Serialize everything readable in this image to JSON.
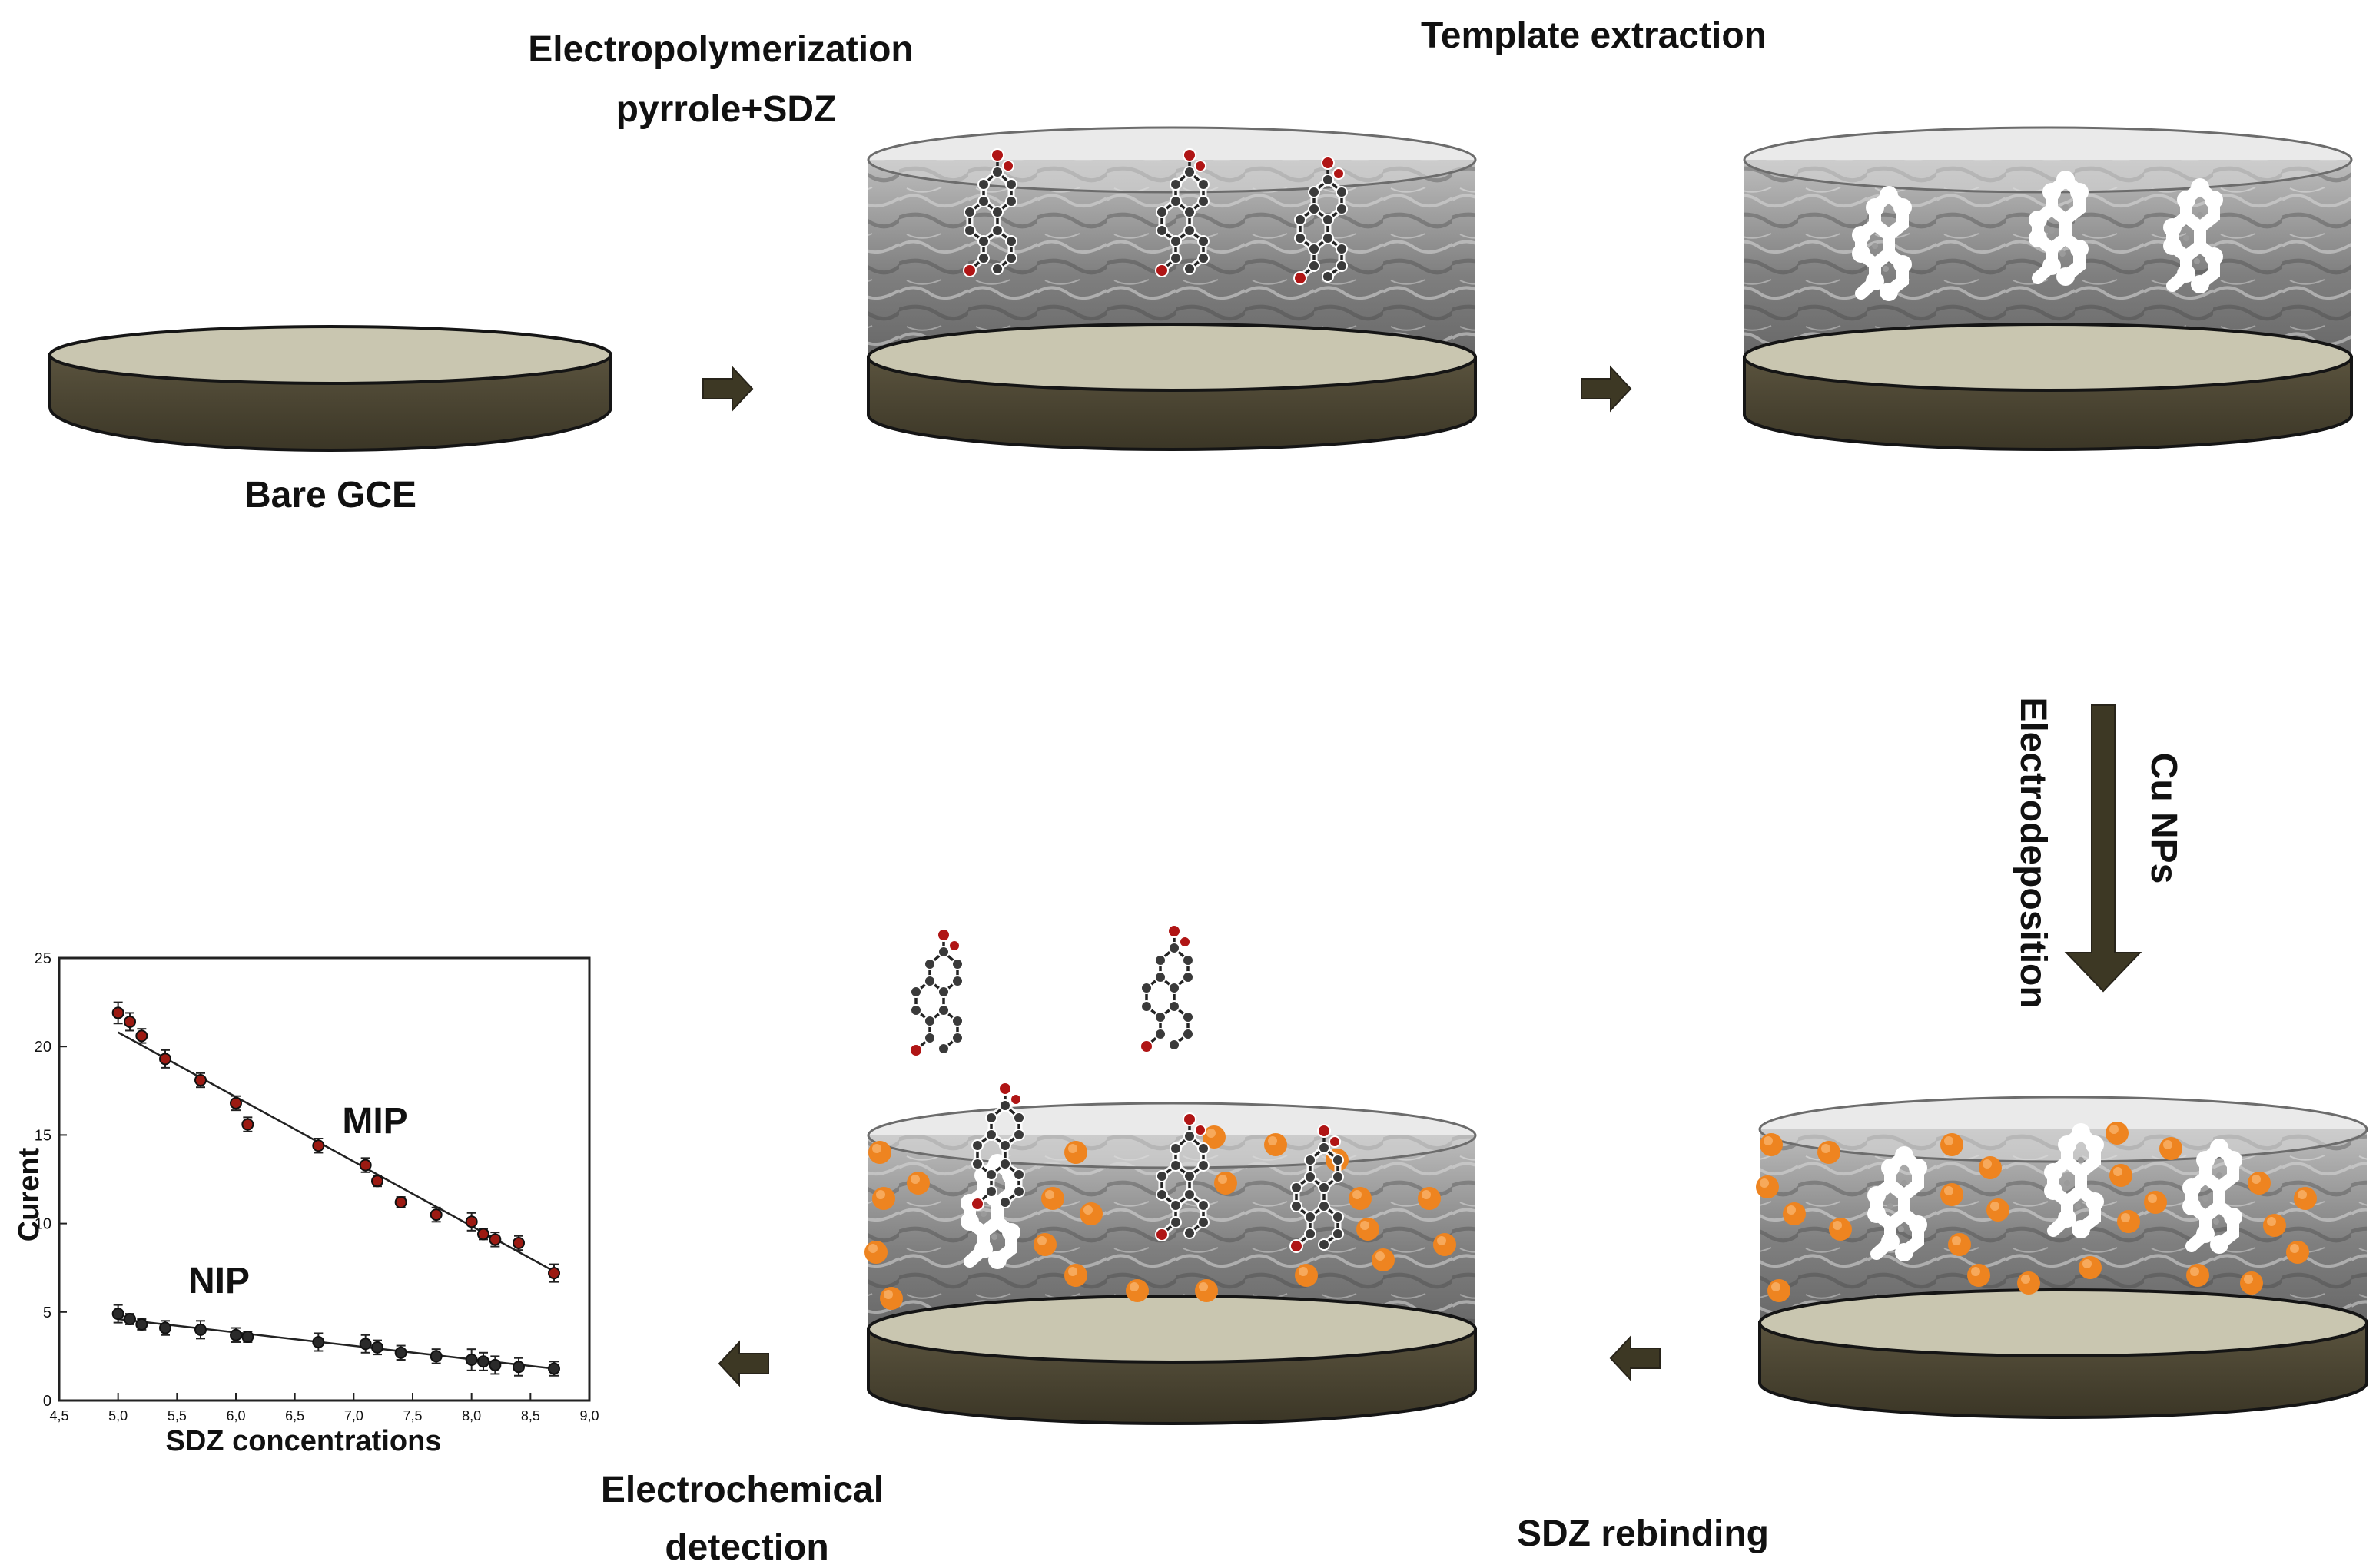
{
  "labels": {
    "electropolymerization": "Electropolymerization",
    "pyrrole_sdz": "pyrrole+SDZ",
    "template_extraction": "Template extraction",
    "bare_gce": "Bare GCE",
    "cu_nps": "Cu NPs",
    "electrodeposition": "Electrodeposition",
    "sdz_rebinding": "SDZ rebinding",
    "electrochemical": "Electrochemical",
    "detection": "detection"
  },
  "colors": {
    "electrode_body": "#4a4433",
    "electrode_top": "#c9c6b0",
    "arrow": "#3d3824",
    "polymer_gray": "#8a8a8a",
    "cu_particle": "#f08a22",
    "oxygen_red": "#b01515",
    "carbon_dark": "#333333",
    "mip_marker": "#9c1a12",
    "nip_marker": "#2a2a2a"
  },
  "icons": {
    "molecule": "sdz-molecule-icon",
    "imprint_cavity": "imprint-cavity-icon",
    "cu_nanoparticle": "cu-nanoparticle-icon",
    "arrow": "process-arrow-icon"
  },
  "chart_data": {
    "type": "scatter",
    "title": "",
    "xlabel": "SDZ concentrations",
    "ylabel": "Curent",
    "xlim": [
      4.5,
      9.0
    ],
    "ylim": [
      0,
      25
    ],
    "x_ticks": [
      "4,5",
      "5,0",
      "5,5",
      "6,0",
      "6,5",
      "7,0",
      "7,5",
      "8,0",
      "8,5",
      "9,0"
    ],
    "y_ticks": [
      "0",
      "5",
      "10",
      "15",
      "20",
      "25"
    ],
    "grid": false,
    "legend": "none",
    "series": [
      {
        "name": "MIP",
        "x": [
          5.0,
          5.1,
          5.2,
          5.4,
          5.7,
          6.0,
          6.1,
          6.7,
          7.1,
          7.2,
          7.4,
          7.7,
          8.0,
          8.1,
          8.2,
          8.4,
          8.7
        ],
        "y": [
          21.9,
          21.4,
          20.6,
          19.3,
          18.1,
          16.8,
          15.6,
          14.4,
          13.3,
          12.4,
          11.2,
          10.5,
          10.1,
          9.4,
          9.1,
          8.9,
          7.2
        ],
        "err": [
          0.6,
          0.5,
          0.4,
          0.5,
          0.4,
          0.4,
          0.4,
          0.4,
          0.4,
          0.3,
          0.3,
          0.4,
          0.5,
          0.3,
          0.4,
          0.4,
          0.5
        ],
        "fit": [
          [
            5.0,
            20.8
          ],
          [
            8.7,
            7.3
          ]
        ]
      },
      {
        "name": "NIP",
        "x": [
          5.0,
          5.1,
          5.2,
          5.4,
          5.7,
          6.0,
          6.1,
          6.7,
          7.1,
          7.2,
          7.4,
          7.7,
          8.0,
          8.1,
          8.2,
          8.4,
          8.7
        ],
        "y": [
          4.9,
          4.6,
          4.3,
          4.1,
          4.0,
          3.7,
          3.6,
          3.3,
          3.2,
          3.0,
          2.7,
          2.5,
          2.3,
          2.2,
          2.0,
          1.9,
          1.8
        ],
        "err": [
          0.5,
          0.3,
          0.3,
          0.4,
          0.5,
          0.4,
          0.3,
          0.5,
          0.5,
          0.4,
          0.4,
          0.4,
          0.6,
          0.5,
          0.5,
          0.5,
          0.4
        ],
        "fit": [
          [
            5.0,
            4.6
          ],
          [
            8.7,
            1.8
          ]
        ]
      }
    ]
  }
}
